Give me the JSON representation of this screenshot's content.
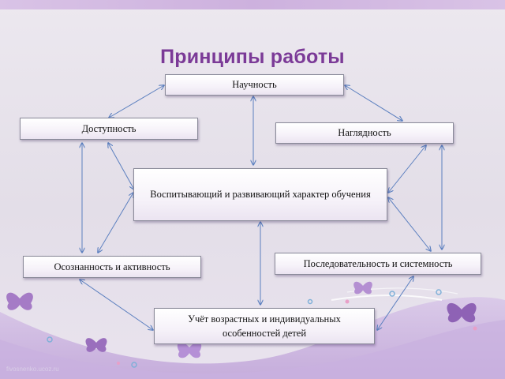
{
  "title": "Принципы работы",
  "nodes": {
    "nauchnost": "Научность",
    "dostupnost": "Доступность",
    "naglyadnost": "Наглядность",
    "center": "Воспитывающий и развивающий характер обучения",
    "osoznannost": "Осознанность и активность",
    "posledovatelnost": "Последовательность и системность",
    "uchet": "Учёт возрастных и индивидуальных особенностей детей"
  },
  "watermark": "fivosnenko.ucoz.ru",
  "colors": {
    "title": "#7b3a97",
    "arrow": "#5b7fbf",
    "decor_purple": "#a57bc6"
  }
}
